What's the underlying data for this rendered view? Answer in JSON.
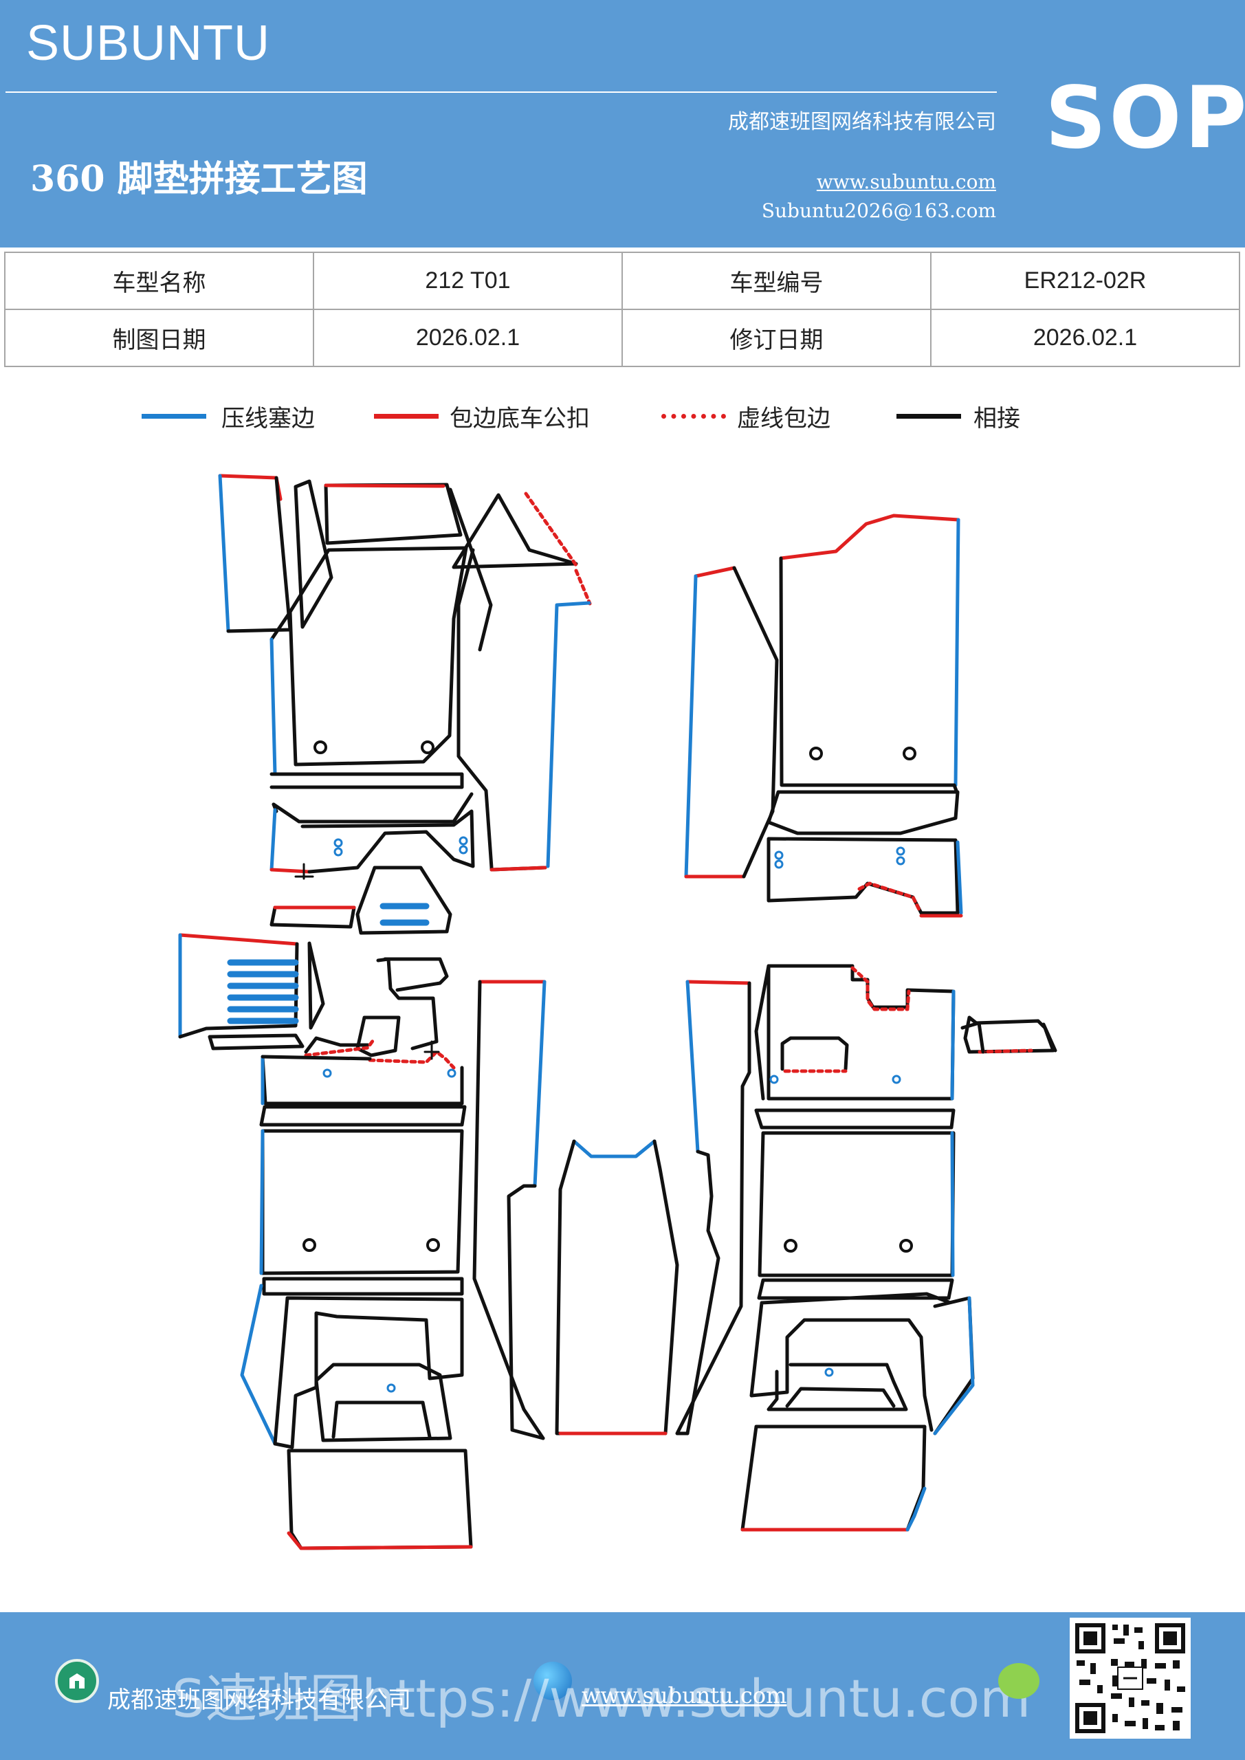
{
  "header": {
    "brand": "SUBUNTU",
    "company": "成都速班图网络科技有限公司",
    "doc_title": "360 脚垫拼接工艺图",
    "website": "www.subuntu.com",
    "email": "Subuntu2026@163.com",
    "badge": "SOP"
  },
  "info_table": {
    "rows": [
      {
        "label1": "车型名称",
        "value1": "212  T01",
        "label2": "车型编号",
        "value2": "ER212-02R"
      },
      {
        "label1": "制图日期",
        "value1": "2026.02.1",
        "label2": "修订日期",
        "value2": "2026.02.1"
      }
    ]
  },
  "legend": [
    {
      "label": "压线塞边",
      "color": "#1e7fd0",
      "style": "solid"
    },
    {
      "label": "包边底车公扣",
      "color": "#e02020",
      "style": "solid"
    },
    {
      "label": "虚线包边",
      "color": "#e02020",
      "style": "dashed"
    },
    {
      "label": "相接",
      "color": "#111111",
      "style": "solid"
    }
  ],
  "colors": {
    "header_blue": "#5b9bd5",
    "press_blue": "#1e7fd0",
    "edge_red": "#e02020",
    "join_black": "#111111"
  },
  "footer": {
    "company": "成都速班图网络科技有限公司",
    "overlay_text": "S速班图https://www.subuntu.com",
    "website": "www.subuntu.com",
    "icons": [
      "building-icon",
      "globe-icon",
      "wechat-icon",
      "qr-code"
    ]
  }
}
